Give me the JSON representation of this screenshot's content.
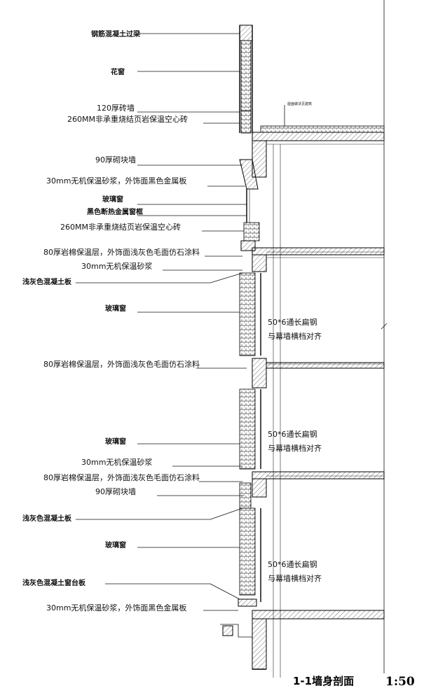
{
  "drawing": {
    "title": "1-1墙身剖面",
    "scale": "1:50",
    "roof_note": "屋面做法见建筑",
    "labels": [
      "钢筋混凝土过梁",
      "花窗",
      "120厚砖墙",
      "260MM非承重烧结页岩保温空心砖",
      "90厚砌块墙",
      "30mm无机保温砂浆，外饰面黑色金属板",
      "玻璃窗",
      "黑色断热金属窗框",
      "260MM非承重烧结页岩保温空心砖",
      "80厚岩棉保温层，外饰面浅灰色毛面仿石涂料",
      "30mm无机保温砂浆",
      "浅灰色混凝土板",
      "玻璃窗",
      "80厚岩棉保温层，外饰面浅灰色毛面仿石涂料",
      "玻璃窗",
      "30mm无机保温砂浆",
      "80厚岩棉保温层，外饰面浅灰色毛面仿石涂料",
      "90厚砌块墙",
      "浅灰色混凝土板",
      "玻璃窗",
      "浅灰色混凝土窗台板",
      "30mm无机保温砂浆，外饰面黑色金属板"
    ],
    "steel_note": [
      {
        "line1": "50*6通长扁钢",
        "line2": "与幕墙横档对齐"
      },
      {
        "line1": "50*6通长扁钢",
        "line2": "与幕墙横档对齐"
      },
      {
        "line1": "50*6通长扁钢",
        "line2": "与幕墙横档对齐"
      }
    ]
  }
}
